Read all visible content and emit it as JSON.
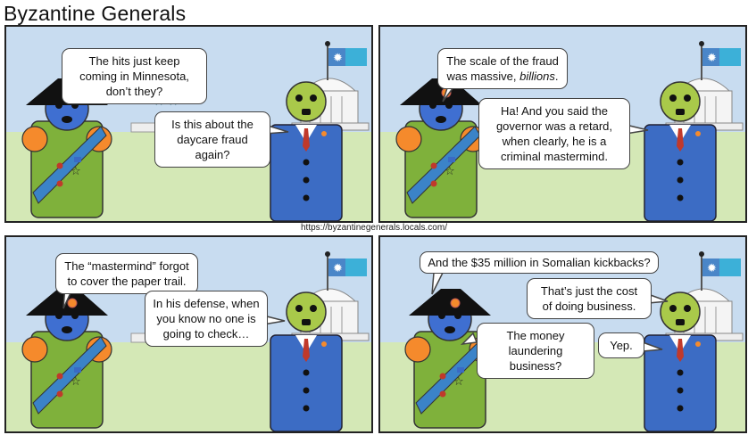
{
  "comic_title": "Byzantine Generals",
  "url": "https://byzantinegenerals.locals.com/",
  "colors": {
    "sky": "#c8dcf0",
    "grass": "#d4e8b6",
    "general_body": "#7fb13b",
    "general_head": "#3f6fd1",
    "sash": "#3b83c8",
    "epaulette": "#f58a2c",
    "suit": "#3c6cc4",
    "politician_head": "#a9c94a",
    "flag": "#3cb0d8"
  },
  "panels": [
    {
      "bubbles": [
        {
          "text": "The hits just keep coming in Minnesota, don’t they?"
        },
        {
          "text": "Is this about the daycare fraud again?"
        }
      ]
    },
    {
      "bubbles": [
        {
          "text": "The scale of the fraud was massive, billions."
        },
        {
          "text": "Ha! And you said the governor was a retard, when clearly, he is a criminal mastermind."
        }
      ]
    },
    {
      "bubbles": [
        {
          "text": "The “mastermind” forgot to cover the paper trail."
        },
        {
          "text": "In his defense, when you know no one is going to check…"
        }
      ]
    },
    {
      "bubbles": [
        {
          "text": "And the $35 million in Somalian kickbacks?"
        },
        {
          "text": "That’s just the cost of doing business."
        },
        {
          "text": "The money laundering business?"
        },
        {
          "text": "Yep."
        }
      ]
    }
  ]
}
